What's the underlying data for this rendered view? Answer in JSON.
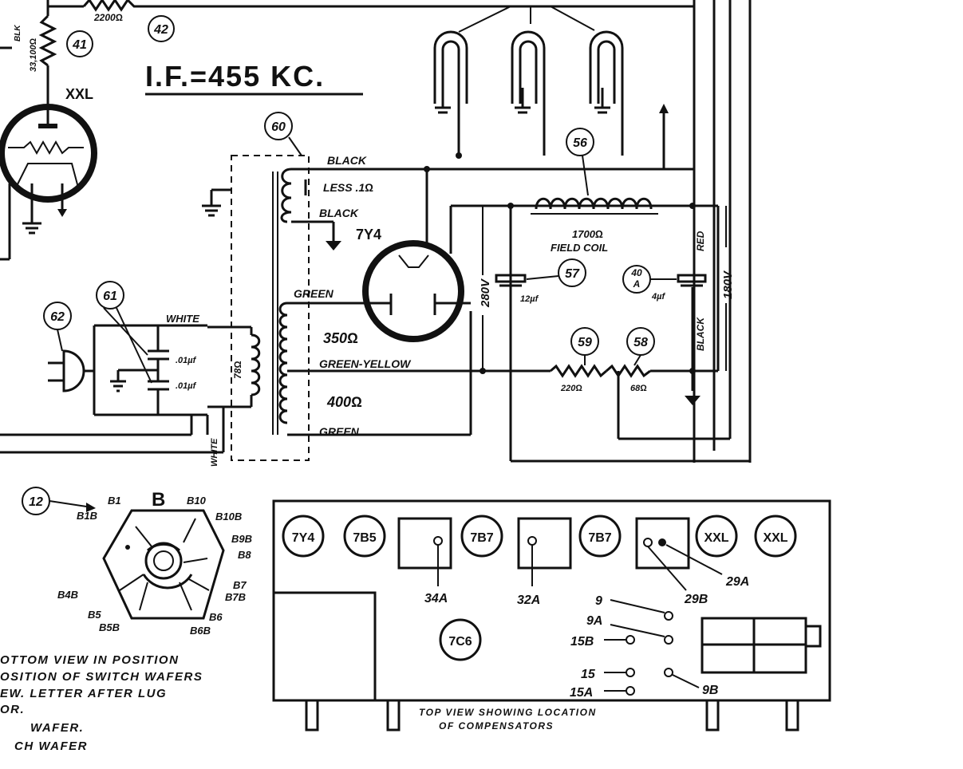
{
  "if_label": "I.F.=455 KC.",
  "tube_xxl": "XXL",
  "tube_7y4": "7Y4",
  "refs": {
    "r41": "41",
    "r42": "42",
    "r60": "60",
    "r56": "56",
    "r57": "57",
    "r40a_num": "40",
    "r40a_letter": "A",
    "r59": "59",
    "r58": "58",
    "r61": "61",
    "r62": "62",
    "r12": "12"
  },
  "resistor_42_value": "2200Ω",
  "resistor_41_value": "33,100Ω",
  "blk_label": "BLK",
  "transformer_labels": {
    "black_top": "BLACK",
    "less": "LESS .1Ω",
    "black_bottom": "BLACK",
    "green_top": "GREEN",
    "r350": "350Ω",
    "green_yellow": "GREEN-YELLOW",
    "r400": "400Ω",
    "green_bottom": "GREEN",
    "r78": "78Ω",
    "white_side": "WHITE"
  },
  "field_coil": {
    "value": "1700Ω",
    "label": "FIELD COIL"
  },
  "volt_280": "280V",
  "volt_180": "180V",
  "cap57_value": "12µf",
  "cap40a_value": "4µf",
  "red_label": "RED",
  "black_label": "BLACK",
  "r59_value": "220Ω",
  "r58_value": "68Ω",
  "white_label": "WHITE",
  "cap61_a": ".01µf",
  "cap61_b": ".01µf",
  "switch": {
    "title": "B",
    "lugs": [
      "B1",
      "B1B",
      "B10",
      "B10B",
      "B9B",
      "B8",
      "B7",
      "B7B",
      "B6",
      "B6B",
      "B5",
      "B5B",
      "B4B"
    ]
  },
  "notes": [
    "OTTOM VIEW IN POSITION",
    "OSITION OF SWITCH WAFERS",
    "EW. LETTER AFTER LUG",
    "OR.",
    "WAFER.",
    "CH WAFER"
  ],
  "top_view": {
    "tubes": [
      "7Y4",
      "7B5",
      "7B7",
      "7B7",
      "XXL",
      "XXL",
      "7C6"
    ],
    "compensators": [
      "34A",
      "32A",
      "29A",
      "29B",
      "9",
      "9A",
      "15B",
      "15",
      "15A",
      "9B"
    ],
    "caption_1": "TOP VIEW SHOWING LOCATION",
    "caption_2": "OF COMPENSATORS"
  }
}
